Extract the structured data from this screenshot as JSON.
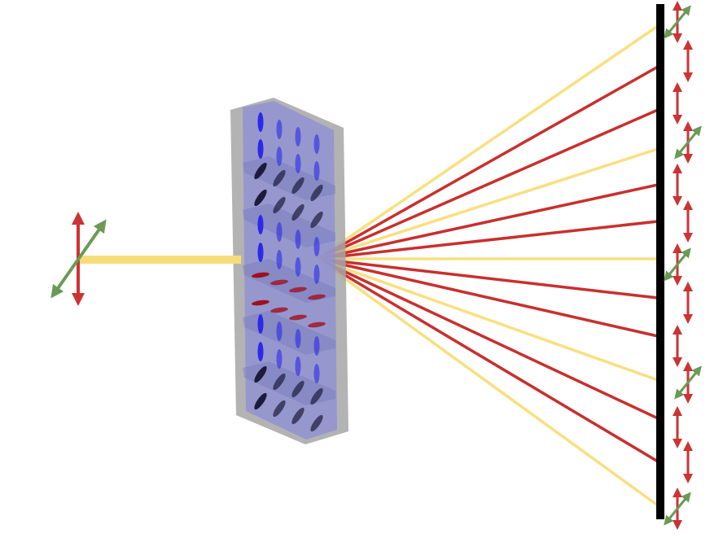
{
  "colors": {
    "incident_beam": "#f7dc7c",
    "yellow_ray": "#f9df80",
    "red_ray": "#c8302e",
    "vertical_polarization": "#cc3333",
    "diagonal_polarization": "#6a9a56",
    "screen": "#000000",
    "block_frame": "#a6a6a6",
    "block_face": "#8c8fd6",
    "blue_molecule": "#2a2ae8",
    "dark_molecule": "#1c1c3a",
    "red_molecule": "#a01020"
  },
  "metasurface": {
    "row_pattern": [
      "blue-vertical",
      "blue-vertical",
      "dark-tilted",
      "dark-tilted",
      "blue-vertical",
      "blue-vertical",
      "red-horizontal",
      "red-horizontal",
      "blue-vertical",
      "blue-vertical",
      "dark-tilted",
      "dark-tilted"
    ],
    "columns": 4
  },
  "output_rays": [
    "yellow",
    "red",
    "red",
    "yellow",
    "red",
    "red",
    "yellow",
    "red",
    "red",
    "yellow",
    "red",
    "red",
    "yellow"
  ]
}
